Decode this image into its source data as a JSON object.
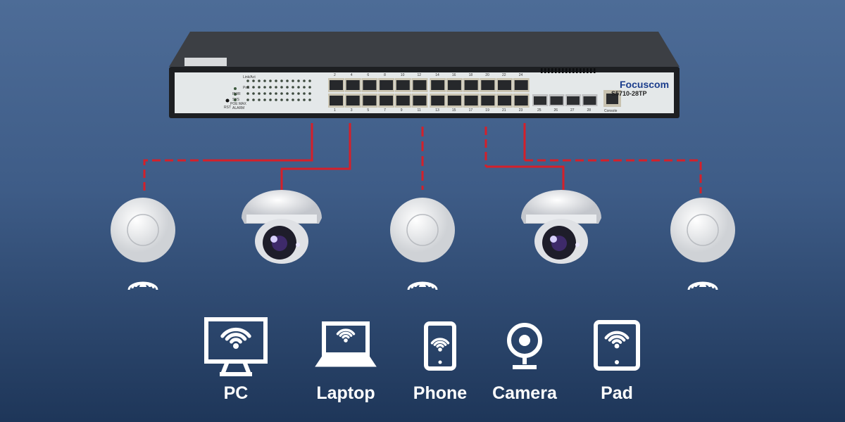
{
  "switch": {
    "brand": "Focuscom",
    "model": "S5710-28TP",
    "console_label": "Console",
    "port_numbers_top": [
      "2",
      "4",
      "6",
      "8",
      "10",
      "12",
      "14",
      "16",
      "18",
      "20",
      "22",
      "24"
    ],
    "port_numbers_bottom": [
      "1",
      "3",
      "5",
      "7",
      "9",
      "11",
      "13",
      "15",
      "17",
      "19",
      "21",
      "23"
    ],
    "sfp_numbers": [
      "25",
      "26",
      "27",
      "28"
    ],
    "led_labels": [
      "Link/Act",
      "PoE",
      "PWR",
      "SYS",
      "POE MAX",
      "ALARM",
      "RST"
    ]
  },
  "devices": [
    "access-point",
    "dome-camera",
    "access-point",
    "dome-camera",
    "access-point"
  ],
  "clients": [
    {
      "label": "PC",
      "icon": "monitor-wifi-icon"
    },
    {
      "label": "Laptop",
      "icon": "laptop-wifi-icon"
    },
    {
      "label": "Phone",
      "icon": "phone-wifi-icon"
    },
    {
      "label": "Camera",
      "icon": "webcam-icon"
    },
    {
      "label": "Pad",
      "icon": "tablet-wifi-icon"
    }
  ],
  "colors": {
    "link": "#d4202a",
    "background_top": "#4d6c97",
    "background_bottom": "#1e3659"
  }
}
